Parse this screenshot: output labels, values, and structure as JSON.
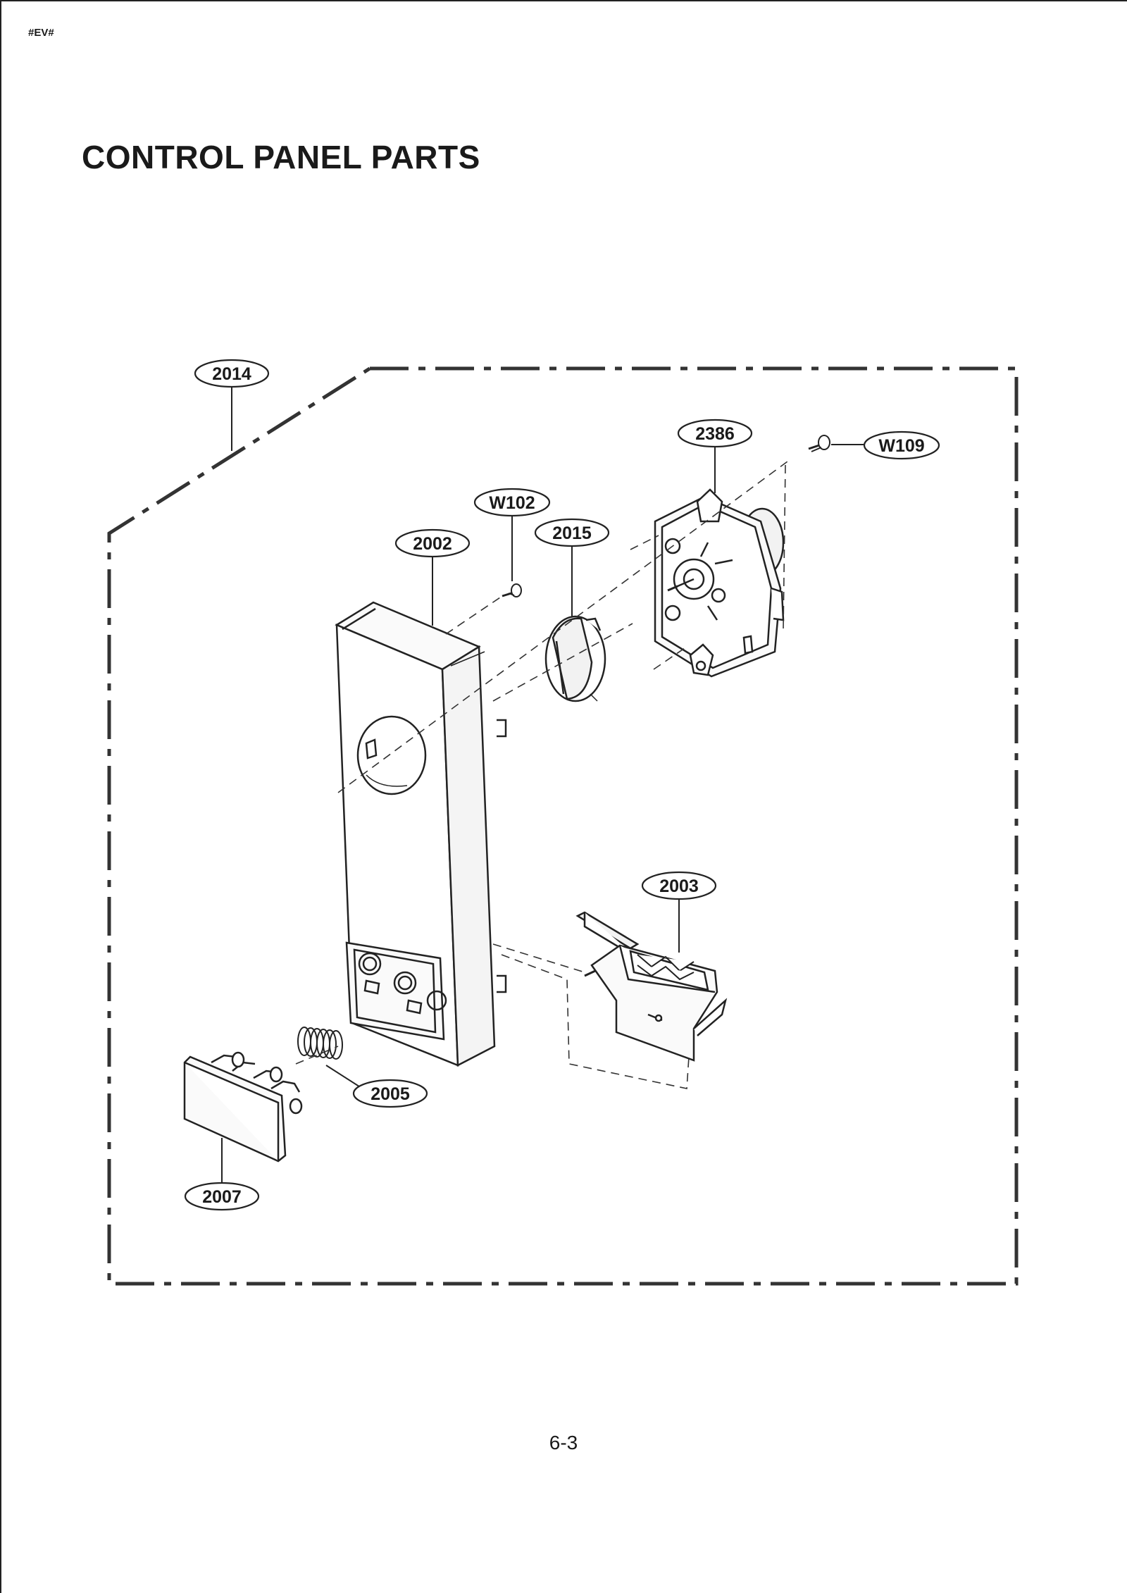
{
  "header": {
    "doc_code": "#EV#"
  },
  "page": {
    "title": "CONTROL PANEL PARTS",
    "number": "6-3"
  },
  "callouts": {
    "c2014": "2014",
    "c2386": "2386",
    "cW109": "W109",
    "cW102": "W102",
    "c2015": "2015",
    "c2002": "2002",
    "c2003": "2003",
    "c2005": "2005",
    "c2007": "2007"
  }
}
